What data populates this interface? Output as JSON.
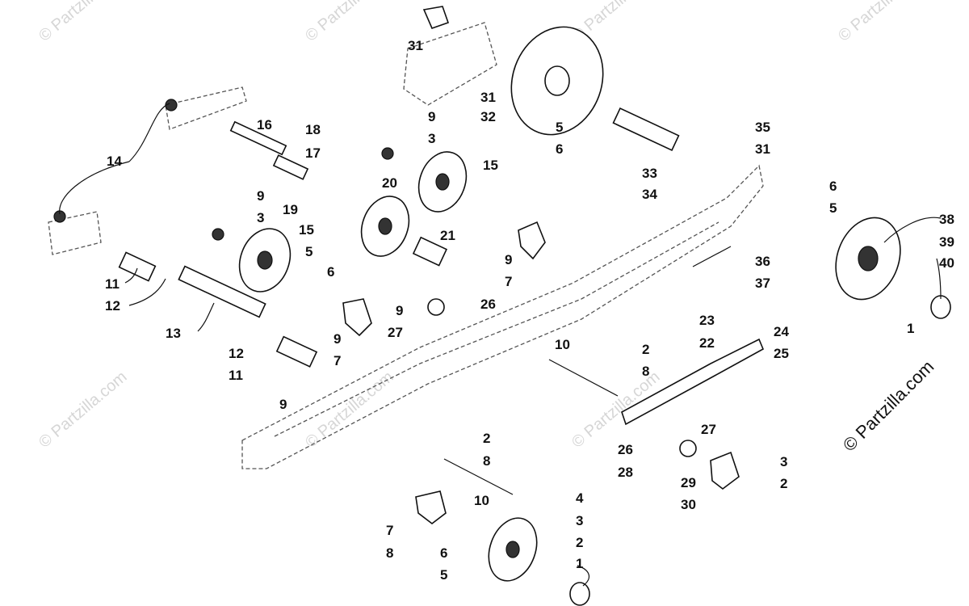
{
  "watermark": {
    "text": "© Partzilla.com"
  },
  "brand_mark": {
    "text": "© Partzilla.com"
  },
  "callouts": [
    {
      "id": "c31a",
      "text": "31"
    },
    {
      "id": "c31b",
      "text": "31"
    },
    {
      "id": "c32",
      "text": "32"
    },
    {
      "id": "c5a",
      "text": "5"
    },
    {
      "id": "c6a",
      "text": "6"
    },
    {
      "id": "c33",
      "text": "33"
    },
    {
      "id": "c34",
      "text": "34"
    },
    {
      "id": "c35",
      "text": "35"
    },
    {
      "id": "c31c",
      "text": "31"
    },
    {
      "id": "c6b",
      "text": "6"
    },
    {
      "id": "c5b",
      "text": "5"
    },
    {
      "id": "c38",
      "text": "38"
    },
    {
      "id": "c39",
      "text": "39"
    },
    {
      "id": "c40",
      "text": "40"
    },
    {
      "id": "c1a",
      "text": "1"
    },
    {
      "id": "c9a",
      "text": "9"
    },
    {
      "id": "c3a",
      "text": "3"
    },
    {
      "id": "c15a",
      "text": "15"
    },
    {
      "id": "c16",
      "text": "16"
    },
    {
      "id": "c17",
      "text": "17"
    },
    {
      "id": "c18",
      "text": "18"
    },
    {
      "id": "c19",
      "text": "19"
    },
    {
      "id": "c20",
      "text": "20"
    },
    {
      "id": "c14",
      "text": "14"
    },
    {
      "id": "c9b",
      "text": "9"
    },
    {
      "id": "c3b",
      "text": "3"
    },
    {
      "id": "c15b",
      "text": "15"
    },
    {
      "id": "c5c",
      "text": "5"
    },
    {
      "id": "c6c",
      "text": "6"
    },
    {
      "id": "c21",
      "text": "21"
    },
    {
      "id": "c11a",
      "text": "11"
    },
    {
      "id": "c12a",
      "text": "12"
    },
    {
      "id": "c13",
      "text": "13"
    },
    {
      "id": "c12b",
      "text": "12"
    },
    {
      "id": "c11b",
      "text": "11"
    },
    {
      "id": "c9c",
      "text": "9"
    },
    {
      "id": "c7a",
      "text": "7"
    },
    {
      "id": "c9d",
      "text": "9"
    },
    {
      "id": "c7b",
      "text": "7"
    },
    {
      "id": "c9e",
      "text": "9"
    },
    {
      "id": "c27a",
      "text": "27"
    },
    {
      "id": "c26a",
      "text": "26"
    },
    {
      "id": "c36",
      "text": "36"
    },
    {
      "id": "c37",
      "text": "37"
    },
    {
      "id": "c2a",
      "text": "2"
    },
    {
      "id": "c8a",
      "text": "8"
    },
    {
      "id": "c10a",
      "text": "10"
    },
    {
      "id": "c23",
      "text": "23"
    },
    {
      "id": "c22",
      "text": "22"
    },
    {
      "id": "c24",
      "text": "24"
    },
    {
      "id": "c25",
      "text": "25"
    },
    {
      "id": "c9f",
      "text": "9"
    },
    {
      "id": "c2b",
      "text": "2"
    },
    {
      "id": "c8b",
      "text": "8"
    },
    {
      "id": "c10b",
      "text": "10"
    },
    {
      "id": "c27b",
      "text": "27"
    },
    {
      "id": "c26b",
      "text": "26"
    },
    {
      "id": "c28",
      "text": "28"
    },
    {
      "id": "c29",
      "text": "29"
    },
    {
      "id": "c30",
      "text": "30"
    },
    {
      "id": "c3c",
      "text": "3"
    },
    {
      "id": "c2c",
      "text": "2"
    },
    {
      "id": "c4",
      "text": "4"
    },
    {
      "id": "c3d",
      "text": "3"
    },
    {
      "id": "c2d",
      "text": "2"
    },
    {
      "id": "c1b",
      "text": "1"
    },
    {
      "id": "c7c",
      "text": "7"
    },
    {
      "id": "c8c",
      "text": "8"
    },
    {
      "id": "c6d",
      "text": "6"
    },
    {
      "id": "c5d",
      "text": "5"
    }
  ]
}
